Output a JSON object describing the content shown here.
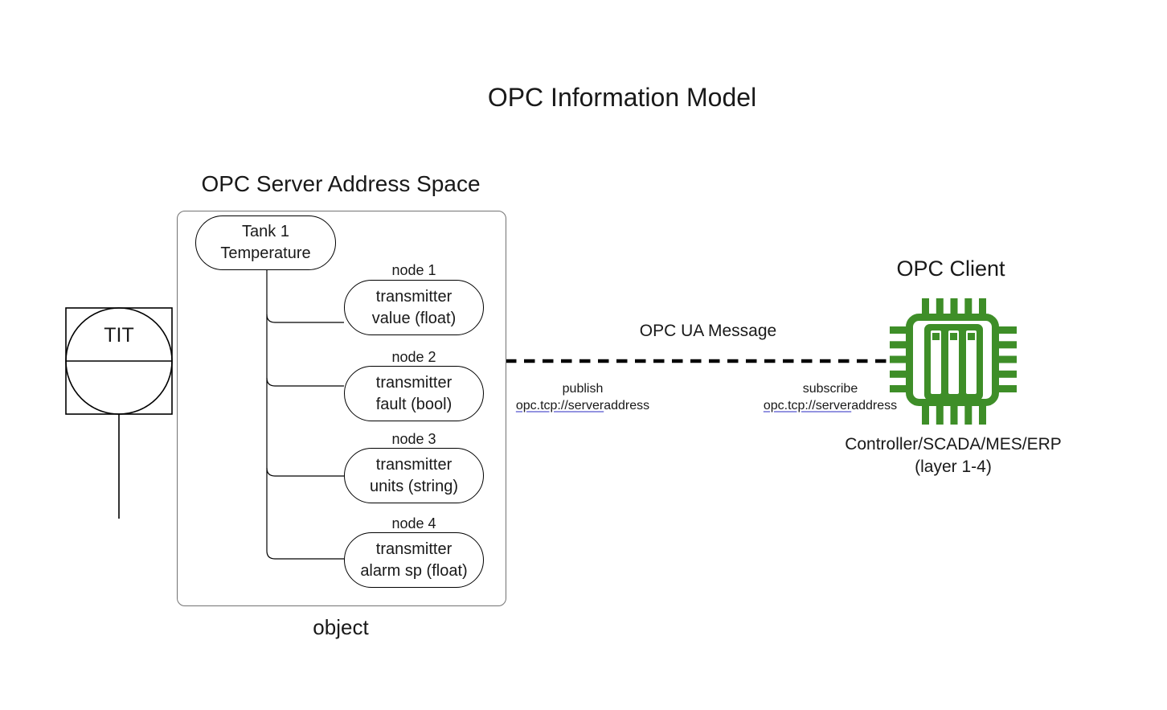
{
  "title": "OPC Information Model",
  "instrument": {
    "tag": "TIT"
  },
  "server": {
    "heading": "OPC Server Address Space",
    "object_label": "object",
    "root": {
      "line1": "Tank 1",
      "line2": "Temperature"
    },
    "nodes": [
      {
        "label": "node 1",
        "line1": "transmitter",
        "line2": "value (float)"
      },
      {
        "label": "node 2",
        "line1": "transmitter",
        "line2": "fault (bool)"
      },
      {
        "label": "node 3",
        "line1": "transmitter",
        "line2": "units (string)"
      },
      {
        "label": "node 4",
        "line1": "transmitter",
        "line2": "alarm sp (float)"
      }
    ]
  },
  "link": {
    "message_label": "OPC UA Message",
    "publish": {
      "action": "publish",
      "url_underlined": "opc.tcp://server",
      "url_plain": "address"
    },
    "subscribe": {
      "action": "subscribe",
      "url_underlined": "opc.tcp://server",
      "url_plain": "address"
    }
  },
  "client": {
    "heading": "OPC Client",
    "icon": "chip-icon",
    "caption_line1": "Controller/SCADA/MES/ERP",
    "caption_line2": "(layer 1-4)"
  },
  "colors": {
    "chip-green": "#3e8e28",
    "link-underline": "#9494e0",
    "box-border": "#737373",
    "ink": "#191919"
  }
}
